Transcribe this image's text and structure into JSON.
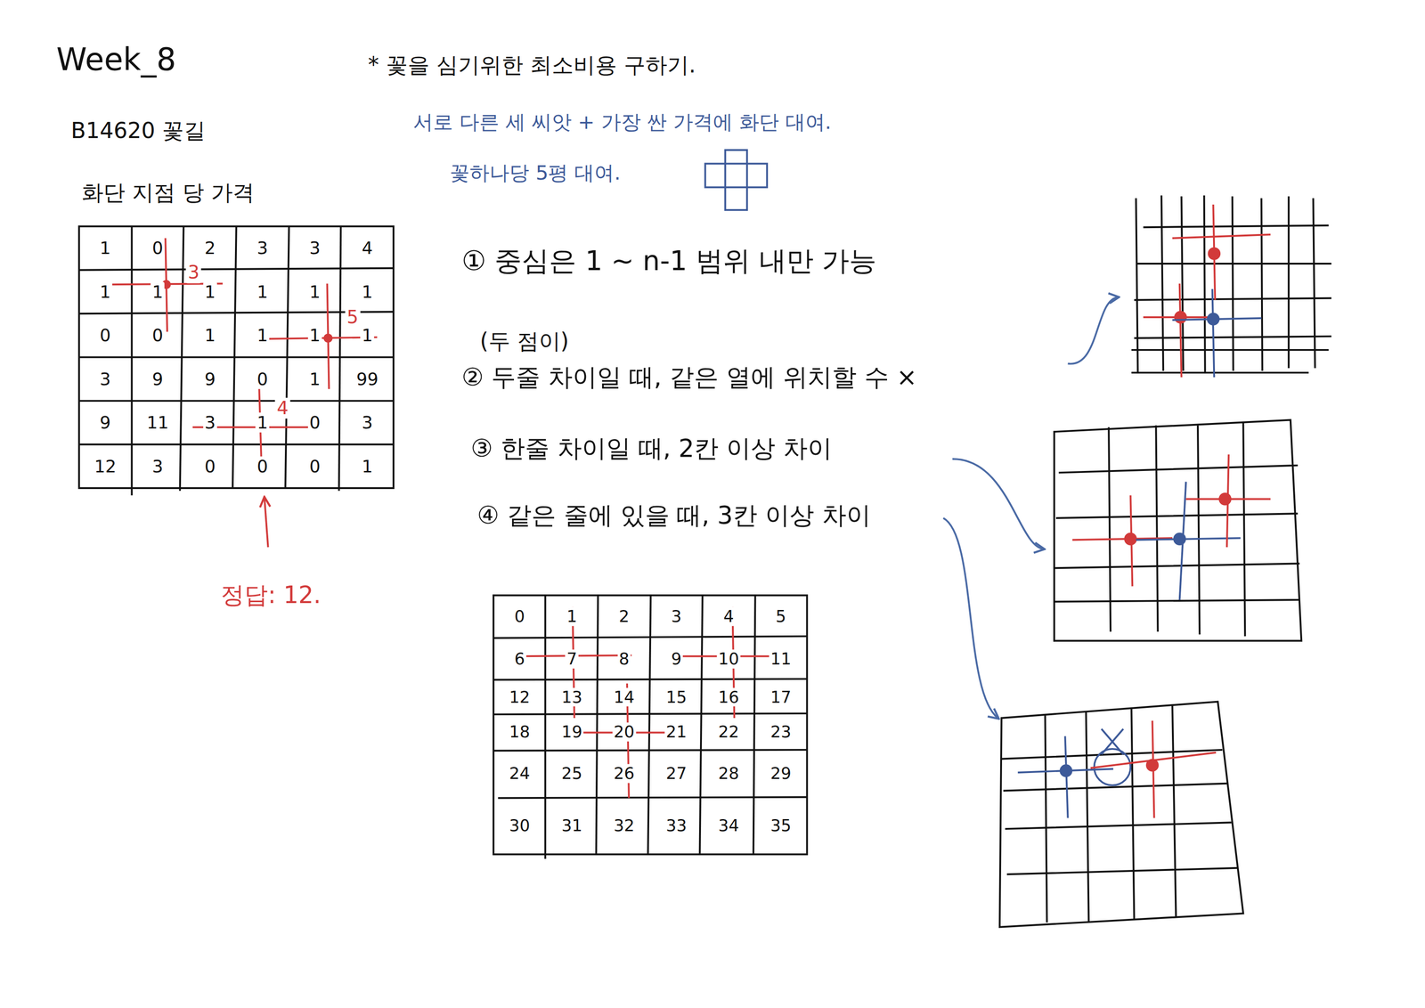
{
  "diagram": {
    "title": "Week_8",
    "labels": [
      "B14620 꽃길",
      "* 꽃을 심기위한 최소비용 구하기.",
      "서로 다른 세 씨앗 + 가장 싼 가격에 화단 대여.",
      "꽃하나당 5평 대여.",
      "화단 지점 당 가격",
      "1",
      "0",
      "2",
      "3",
      "3",
      "4",
      "1",
      "1",
      "1",
      "1",
      "1",
      "1",
      "0",
      "0",
      "1",
      "1",
      "1",
      "1",
      "3",
      "9",
      "9",
      "0",
      "1",
      "99",
      "9",
      "11",
      "3",
      "1",
      "0",
      "3",
      "12",
      "3",
      "0",
      "0",
      "0",
      "1",
      "3",
      "5",
      "4",
      "정답: 12.",
      "① 중심은 1 ~ n-1 범위 내만 가능",
      "(두 점이)",
      "② 두줄 차이일 때, 같은 열에 위치할 수 ×",
      "③ 한줄 차이일 때, 2칸 이상 차이",
      "④ 같은 줄에 있을 때, 3칸 이상 차이",
      "0",
      "1",
      "2",
      "3",
      "4",
      "5",
      "6",
      "7",
      "8",
      "9",
      "10",
      "11",
      "12",
      "13",
      "14",
      "15",
      "16",
      "17",
      "18",
      "19",
      "20",
      "21",
      "22",
      "23",
      "24",
      "25",
      "26",
      "27",
      "28",
      "29",
      "30",
      "31",
      "32",
      "33",
      "34",
      "35"
    ]
  }
}
